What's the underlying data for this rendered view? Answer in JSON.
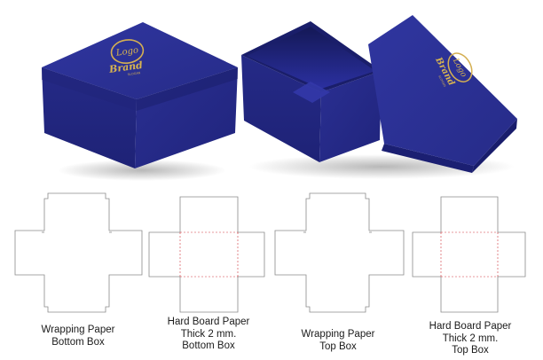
{
  "colors": {
    "box_top": "#2a2f8e",
    "box_side_dark": "#1c2070",
    "box_side_mid": "#23288a",
    "gold": "#d4af52",
    "cut_line": "#8a8a8a",
    "fold_line": "#d0343a"
  },
  "logo": {
    "text": "Logo",
    "brand": "Brand",
    "tagline": "SLOGAN"
  },
  "labels": [
    {
      "line1": "Wrapping Paper",
      "line2": "Bottom Box",
      "line3": ""
    },
    {
      "line1": "Hard Board Paper",
      "line2": "Thick 2 mm.",
      "line3": "Bottom Box"
    },
    {
      "line1": "Wrapping Paper",
      "line2": "Top Box",
      "line3": ""
    },
    {
      "line1": "Hard Board Paper",
      "line2": "Thick 2 mm.",
      "line3": "Top Box"
    }
  ]
}
